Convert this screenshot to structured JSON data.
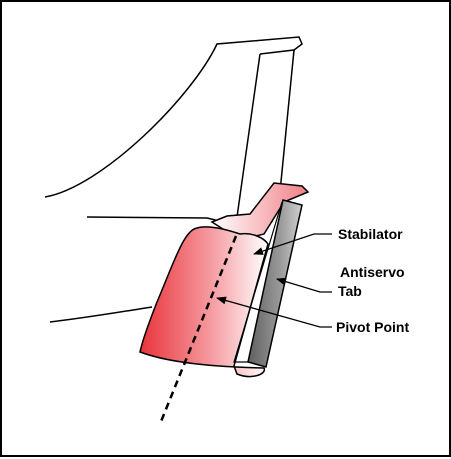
{
  "labels": {
    "stabilator": "Stabilator",
    "antiservo_line1": "Antiservo",
    "antiservo_line2": "Tab",
    "pivot_point": "Pivot Point"
  },
  "colors": {
    "stabilator_fill_dark": "#e8343a",
    "stabilator_fill_light": "#ffffff",
    "tab_fill_dark": "#6f6f6f",
    "tab_fill_light": "#c9c9c9",
    "outline": "#000000"
  }
}
